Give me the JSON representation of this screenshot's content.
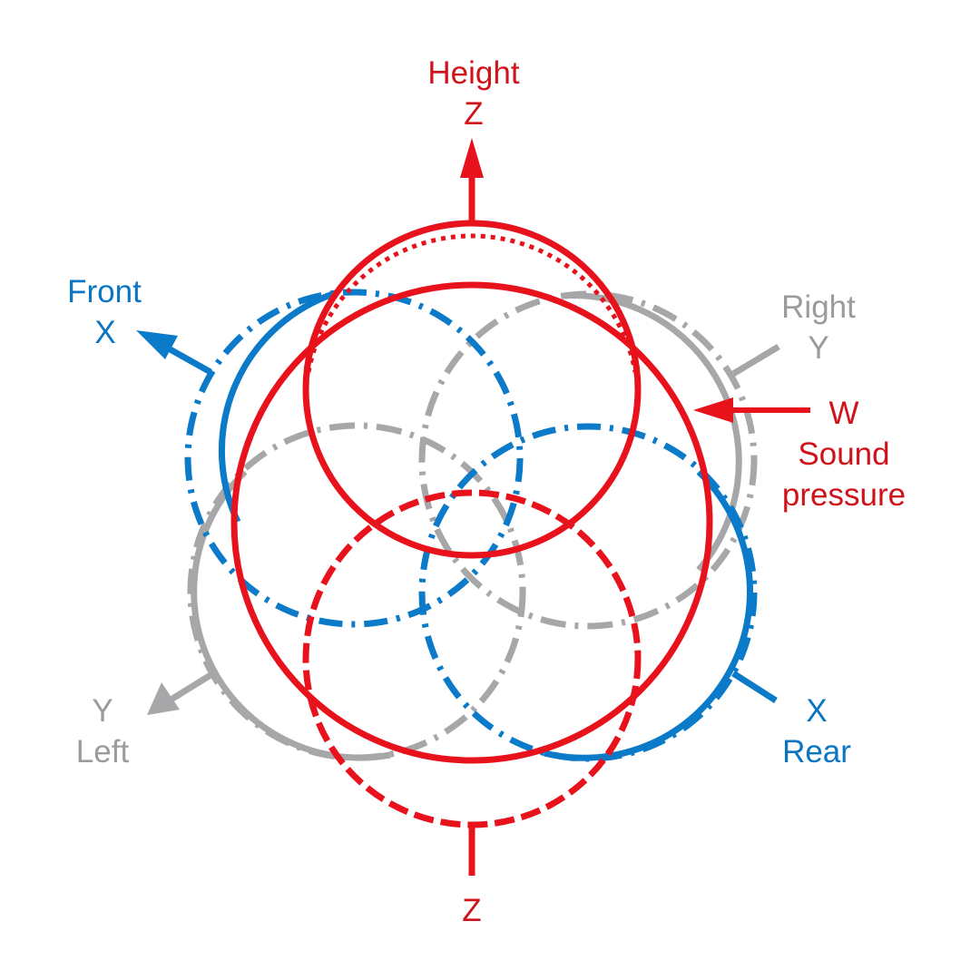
{
  "colors": {
    "red": "#e8121c",
    "red_text": "#d0121b",
    "blue": "#0a7ac9",
    "blue_text": "#0a75c2",
    "gray": "#a7a7aa",
    "gray_text": "#9b9b9d"
  },
  "labels": {
    "height_word": "Height",
    "height_axis": "Z",
    "bottom_axis": "Z",
    "front_word": "Front",
    "front_axis": "X",
    "rear_axis": "X",
    "rear_word": "Rear",
    "right_word": "Right",
    "right_axis": "Y",
    "left_axis": "Y",
    "left_word": "Left",
    "w_letter": "W",
    "w_line1": "Sound",
    "w_line2": "pressure"
  }
}
